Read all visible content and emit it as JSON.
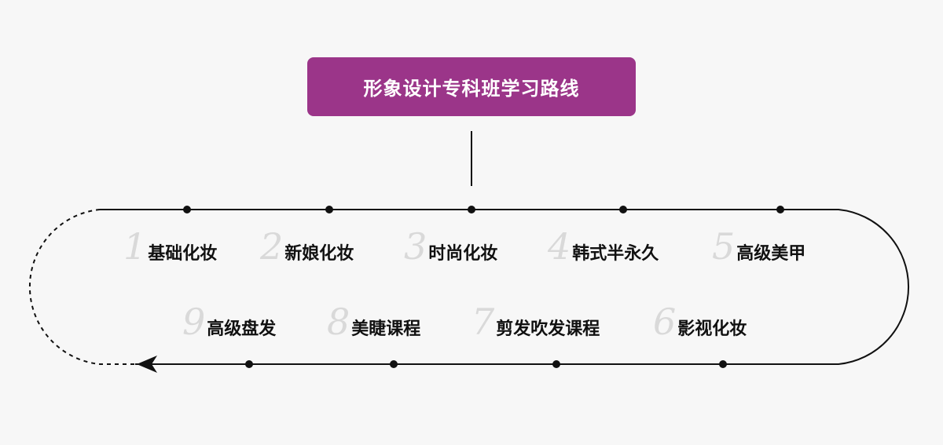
{
  "title": "形象设计专科班学习路线",
  "steps": [
    {
      "num": "1",
      "label": "基础化妆"
    },
    {
      "num": "2",
      "label": "新娘化妆"
    },
    {
      "num": "3",
      "label": "时尚化妆"
    },
    {
      "num": "4",
      "label": "韩式半永久"
    },
    {
      "num": "5",
      "label": "高级美甲"
    },
    {
      "num": "6",
      "label": "影视化妆"
    },
    {
      "num": "7",
      "label": "剪发吹发课程"
    },
    {
      "num": "8",
      "label": "美睫课程"
    },
    {
      "num": "9",
      "label": "高级盘发"
    }
  ],
  "colors": {
    "accent": "#9b3589",
    "line": "#111111",
    "number": "#d9d9d9"
  }
}
